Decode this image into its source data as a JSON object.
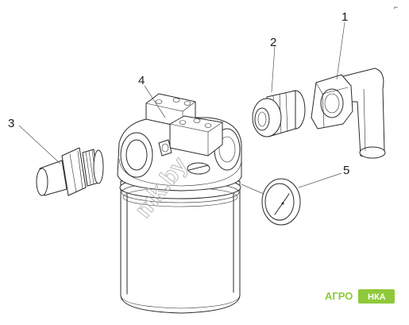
{
  "diagram": {
    "callouts": [
      {
        "id": "1",
        "label": "1"
      },
      {
        "id": "2",
        "label": "2"
      },
      {
        "id": "3",
        "label": "3"
      },
      {
        "id": "4",
        "label": "4"
      },
      {
        "id": "5",
        "label": "5"
      }
    ],
    "watermark": "mk.by",
    "logo": {
      "left": "АГРО",
      "right": "НКА"
    },
    "corner_mark": "⌐"
  },
  "colors": {
    "line": "#2a2a2a",
    "logo": "#8fc93a",
    "watermark": "#b9b9b9"
  }
}
